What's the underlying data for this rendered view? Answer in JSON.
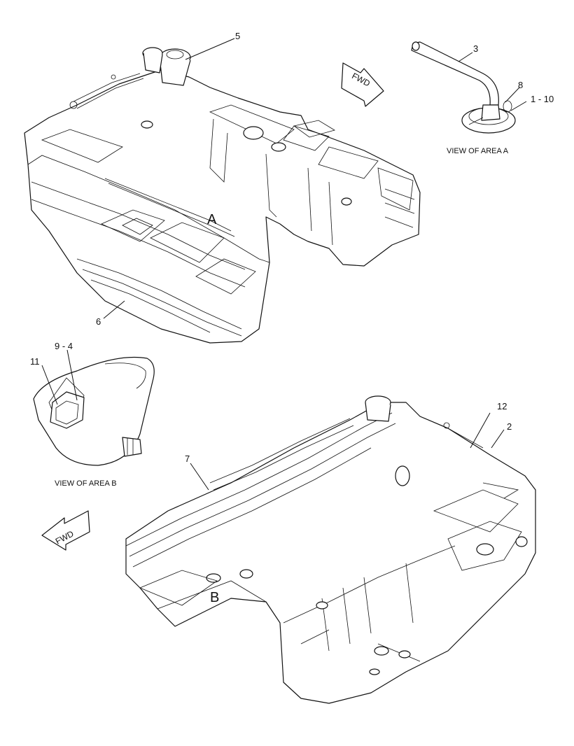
{
  "colors": {
    "ink": "#111111",
    "paper": "#ffffff"
  },
  "callouts": {
    "c1_10": "1 - 10",
    "c2": "2",
    "c3": "3",
    "c5": "5",
    "c6": "6",
    "c7": "7",
    "c8": "8",
    "c9_4": "9 - 4",
    "c11": "11",
    "c12": "12"
  },
  "areas": {
    "a": "A",
    "b": "B"
  },
  "captions": {
    "view_a": "VIEW OF AREA A",
    "view_b": "VIEW OF AREA B"
  },
  "fwd": {
    "label": "FWD"
  },
  "icons": [
    "fwd-arrow-icon"
  ]
}
